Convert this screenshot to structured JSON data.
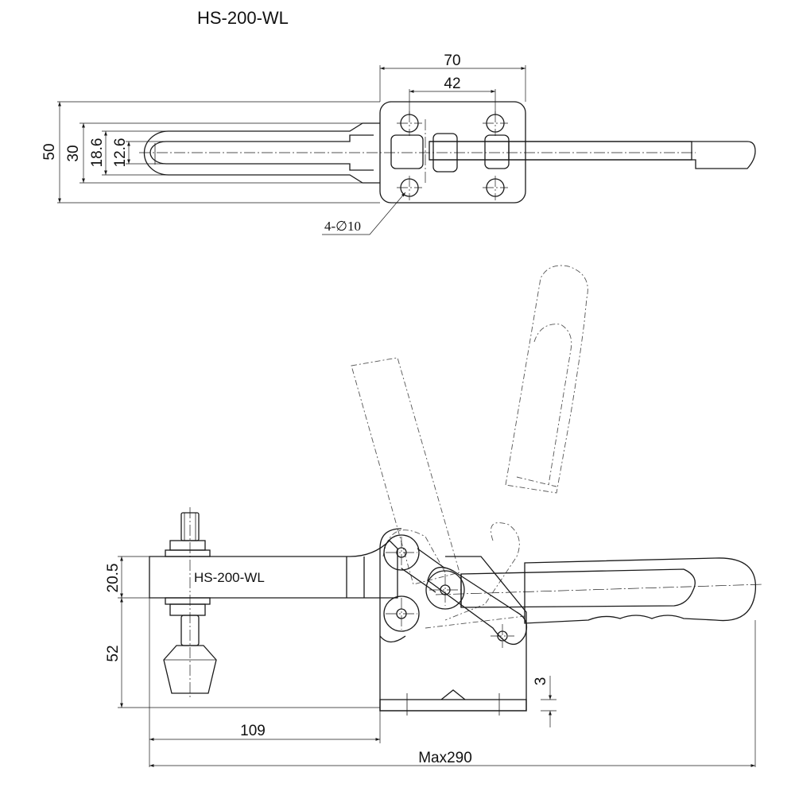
{
  "drawing": {
    "title": "HS-200-WL",
    "body_label": "HS-200-WL",
    "top_view": {
      "dim_width_outer": "70",
      "dim_width_inner": "42",
      "dim_height_total": "50",
      "dim_height_handle": "30",
      "dim_height_arm": "18.6",
      "dim_height_slot": "12.6",
      "hole_callout": "4-∅10"
    },
    "side_view": {
      "dim_bar_thickness": "20.5",
      "dim_spindle_height": "52",
      "dim_base_thickness": "3",
      "dim_reach": "109",
      "dim_overall": "Max290"
    }
  }
}
